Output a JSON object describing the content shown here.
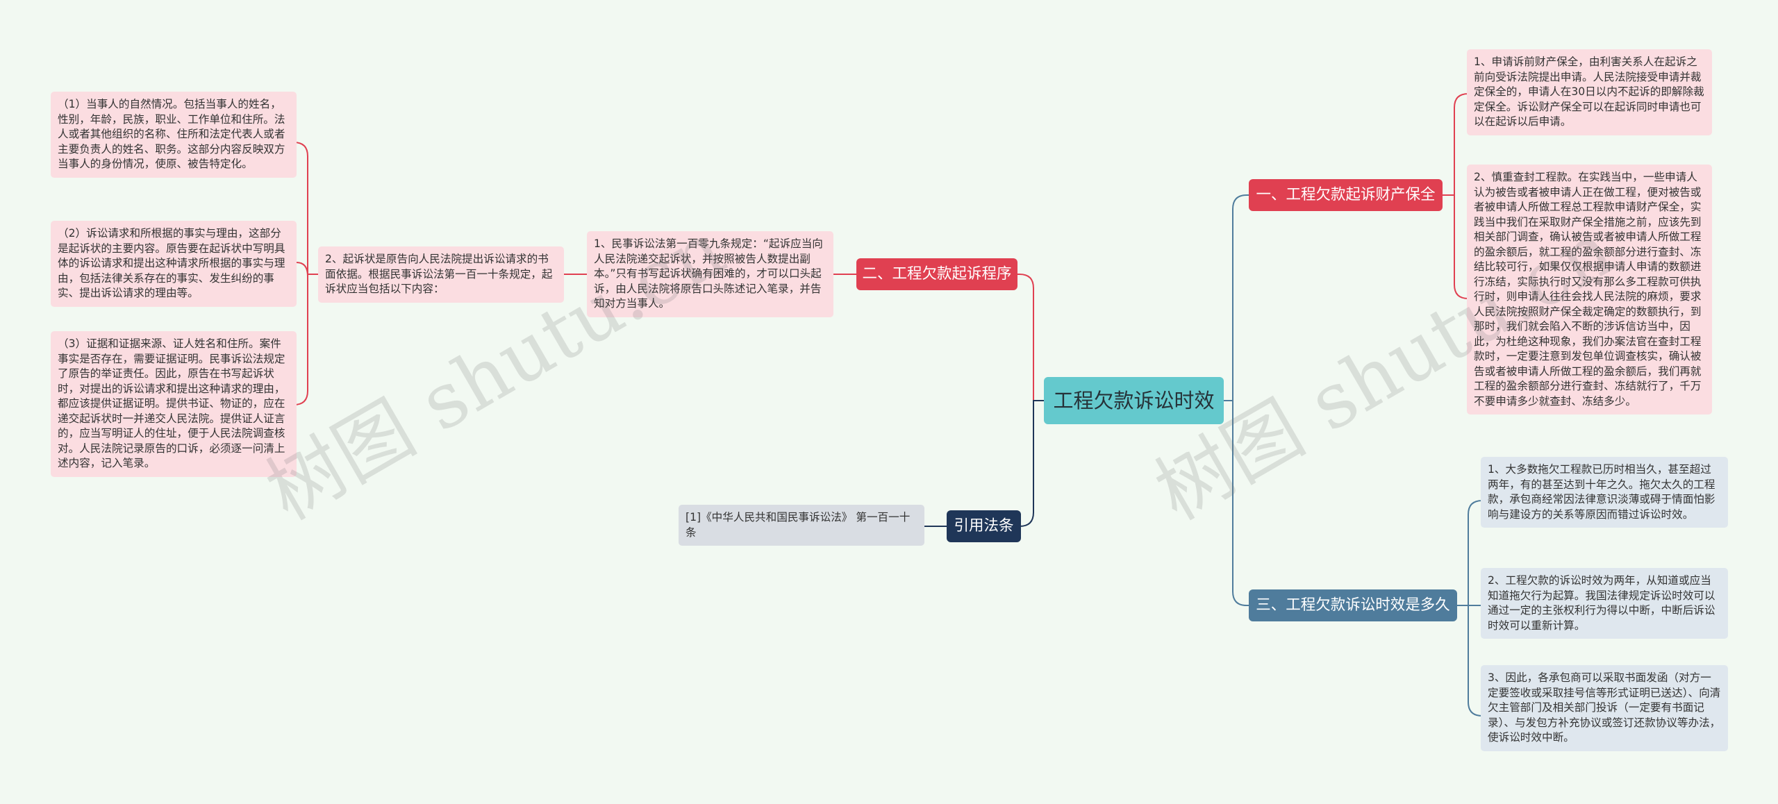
{
  "root": {
    "label": "工程欠款诉讼时效"
  },
  "branches": {
    "b1": {
      "label": "一、工程欠款起诉财产保全"
    },
    "b2": {
      "label": "二、工程欠款起诉程序"
    },
    "b3": {
      "label": "三、工程欠款诉讼时效是多久"
    },
    "b4": {
      "label": "引用法条"
    }
  },
  "b1_leaves": [
    "1、申请诉前财产保全，由利害关系人在起诉之前向受诉法院提出申请。人民法院接受申请并裁定保全的，申请人在30日以内不起诉的即解除裁定保全。诉讼财产保全可以在起诉同时申请也可以在起诉以后申请。",
    "2、慎重查封工程款。在实践当中，一些申请人认为被告或者被申请人正在做工程，便对被告或者被申请人所做工程总工程款申请财产保全，实践当中我们在采取财产保全措施之前，应该先到相关部门调查，确认被告或者被申请人所做工程的盈余额后，就工程的盈余额部分进行查封、冻结比较可行，如果仅仅根据申请人申请的数额进行冻结，实际执行时又没有那么多工程款可供执行时，则申请人往往会找人民法院的麻烦，要求人民法院按照财产保全裁定确定的数额执行，到那时，我们就会陷入不断的涉诉信访当中，因此，为杜绝这种现象，我们办案法官在查封工程款时，一定要注意到发包单位调查核实，确认被告或者被申请人所做工程的盈余额后，我们再就工程的盈余额部分进行查封、冻结就行了，千万不要申请多少就查封、冻结多少。"
  ],
  "b2_mid": [
    "1、民事诉讼法第一百零九条规定：“起诉应当向人民法院递交起诉状，并按照被告人数提出副本。”只有书写起诉状确有困难的，才可以口头起诉，由人民法院将原告口头陈述记入笔录，并告知对方当事人。",
    "2、起诉状是原告向人民法院提出诉讼请求的书面依据。根据民事诉讼法第一百一十条规定，起诉状应当包括以下内容："
  ],
  "b2_sub": [
    "（1）当事人的自然情况。包括当事人的姓名，性别，年龄，民族，职业、工作单位和住所。法人或者其他组织的名称、住所和法定代表人或者主要负责人的姓名、职务。这部分内容反映双方当事人的身份情况，使原、被告特定化。",
    "（2）诉讼请求和所根据的事实与理由，这部分是起诉状的主要内容。原告要在起诉状中写明具体的诉讼请求和提出这种请求所根据的事实与理由，包括法律关系存在的事实、发生纠纷的事实、提出诉讼请求的理由等。",
    "（3）证据和证据来源、证人姓名和住所。案件事实是否存在，需要证据证明。民事诉讼法规定了原告的举证责任。因此，原告在书写起诉状时，对提出的诉讼请求和提出这种请求的理由，都应该提供证据证明。提供书证、物证的，应在递交起诉状时一并递交人民法院。提供证人证言的，应当写明证人的住址，便于人民法院调查核对。人民法院记录原告的口诉，必须逐一问清上述内容，记入笔录。"
  ],
  "b3_leaves": [
    "1、大多数拖欠工程款已历时相当久，甚至超过两年，有的甚至达到十年之久。拖欠太久的工程款，承包商经常因法律意识淡薄或碍于情面怕影响与建设方的关系等原因而错过诉讼时效。",
    "2、工程欠款的诉讼时效为两年，从知道或应当知道拖欠行为起算。我国法律规定诉讼时效可以通过一定的主张权利行为得以中断，中断后诉讼时效可以重新计算。",
    "3、因此，各承包商可以采取书面发函（对方一定要签收或采取挂号信等形式证明已送达）、向清欠主管部门及相关部门投诉（一定要有书面记录）、与发包方补充协议或签订还款协议等办法，使诉讼时效中断。"
  ],
  "b4_leaves": [
    "[1]《中华人民共和国民事诉讼法》 第一百一十条"
  ],
  "watermarks": [
    "树图 shutu.cn",
    "树图 shutu.cn"
  ],
  "colors": {
    "background": "#f2f9f2",
    "root": "#64c9cd",
    "branch_red": "#e04051",
    "branch_steel": "#4f7c9c",
    "branch_navy": "#1f3658",
    "leaf_pink": "#fbdde1",
    "leaf_blue": "#dfe7ee",
    "leaf_gray": "#d9dde3"
  }
}
